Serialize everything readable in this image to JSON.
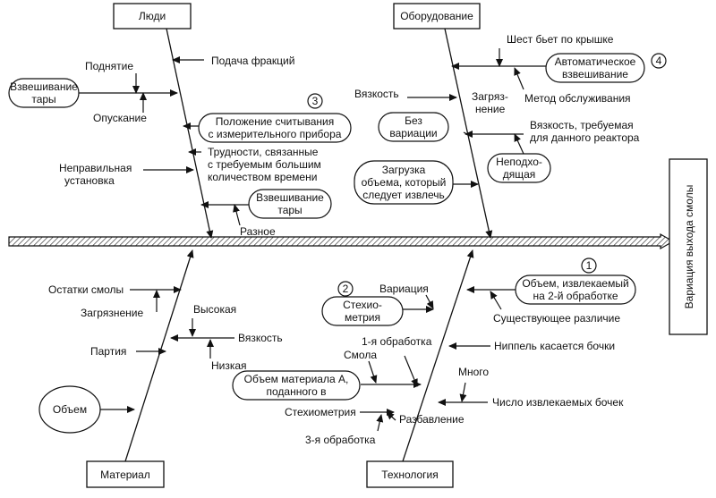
{
  "categories": {
    "people": "Люди",
    "equipment": "Оборудование",
    "material": "Материал",
    "technology": "Технология"
  },
  "effect": "Вариация выхода смолы",
  "people": {
    "feed": "Подача фракций",
    "lift": "Поднятие",
    "tare1_l1": "Взвешивание",
    "tare1_l2": "тары",
    "lower": "Опускание",
    "reading_l1": "Положение считывания",
    "reading_l2": "с измерительного прибора",
    "difficult_l1": "Трудности, связанные",
    "difficult_l2": "с требуемым большим",
    "difficult_l3": "количеством времени",
    "wrong_l1": "Неправильная",
    "wrong_l2": "установка",
    "tare2_l1": "Взвешивание",
    "tare2_l2": "тары",
    "misc": "Разное"
  },
  "equipment": {
    "shake": "Шест бьет по крышке",
    "auto_l1": "Автоматическое",
    "auto_l2": "взвешивание",
    "viscosity": "Вязкость",
    "contam_l1": "Загряз-",
    "contam_l2": "нение",
    "service": "Метод обслуживания",
    "novar_l1": "Без",
    "novar_l2": "вариации",
    "reqvisc_l1": "Вязкость, требуемая",
    "reqvisc_l2": "для данного реактора",
    "unsuit_l1": "Неподхо-",
    "unsuit_l2": "дящая",
    "load_l1": "Загрузка",
    "load_l2": "объема, который",
    "load_l3": "следует извлечь"
  },
  "material": {
    "residue": "Остатки смолы",
    "contam": "Загрязнение",
    "high": "Высокая",
    "batch": "Партия",
    "viscosity": "Вязкость",
    "low": "Низкая",
    "volume": "Объем",
    "matvol_l1": "Объем материала А,",
    "matvol_l2": "поданного в"
  },
  "technology": {
    "stoich_l1": "Стехио-",
    "stoich_l2": "метрия",
    "variation": "Вариация",
    "extracted_l1": "Объем, извлекаемый",
    "extracted_l2": "на 2-й обработке",
    "diff": "Существующее различие",
    "nipple": "Ниппель касается бочки",
    "first": "1-я обработка",
    "resin": "Смола",
    "many": "Много",
    "count": "Число извлекаемых бочек",
    "stoich": "Стехиометрия",
    "dilution": "Разбавление",
    "third": "3-я обработка"
  },
  "markers": {
    "m1": "1",
    "m2": "2",
    "m3": "3",
    "m4": "4"
  }
}
